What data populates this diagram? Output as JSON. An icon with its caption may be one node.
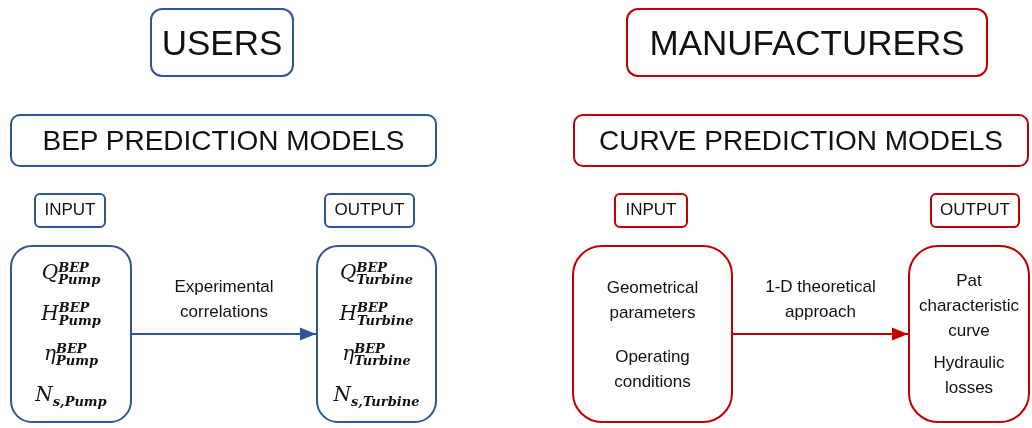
{
  "diagram": {
    "nodes": [
      {
        "text": [
          "USERS"
        ]
      },
      {
        "text": [
          "BEP PREDICTION MODELS"
        ]
      },
      {
        "text": [
          "INPUT"
        ]
      },
      {
        "text": [
          "OUTPUT"
        ]
      },
      {
        "text": [
          "Q$^{BEP}$$_{Pump}$",
          "H$^{BEP}$$_{Pump}$",
          "η$^{BEP}$$_{Pump}$",
          "N$_{s,Pump}$"
        ]
      },
      {
        "text": [
          "Q$^{BEP}$$_{Turbine}$",
          "H$^{BEP}$$_{Turbine}$",
          "η$^{BEP}$$_{Turbine}$",
          "N$_{s,Turbine}$"
        ]
      },
      {
        "text": [
          "MANUFACTURERS"
        ]
      },
      {
        "text": [
          "CURVE PREDICTION MODELS"
        ]
      },
      {
        "text": [
          "INPUT"
        ]
      },
      {
        "text": [
          "OUTPUT"
        ]
      },
      {
        "text": [
          "Geometrical parameters",
          "Operating conditions"
        ]
      },
      {
        "text": [
          "Pat characteristic curve",
          "Hydraulic losses"
        ]
      }
    ],
    "edges": [
      {
        "from": 4,
        "to": 5,
        "arrow": "to",
        "label": "Experimental correlations",
        "color": "#2f5597"
      },
      {
        "from": 10,
        "to": 11,
        "arrow": "to",
        "label": "1-D theoretical approach",
        "color": "#c00000"
      }
    ]
  }
}
